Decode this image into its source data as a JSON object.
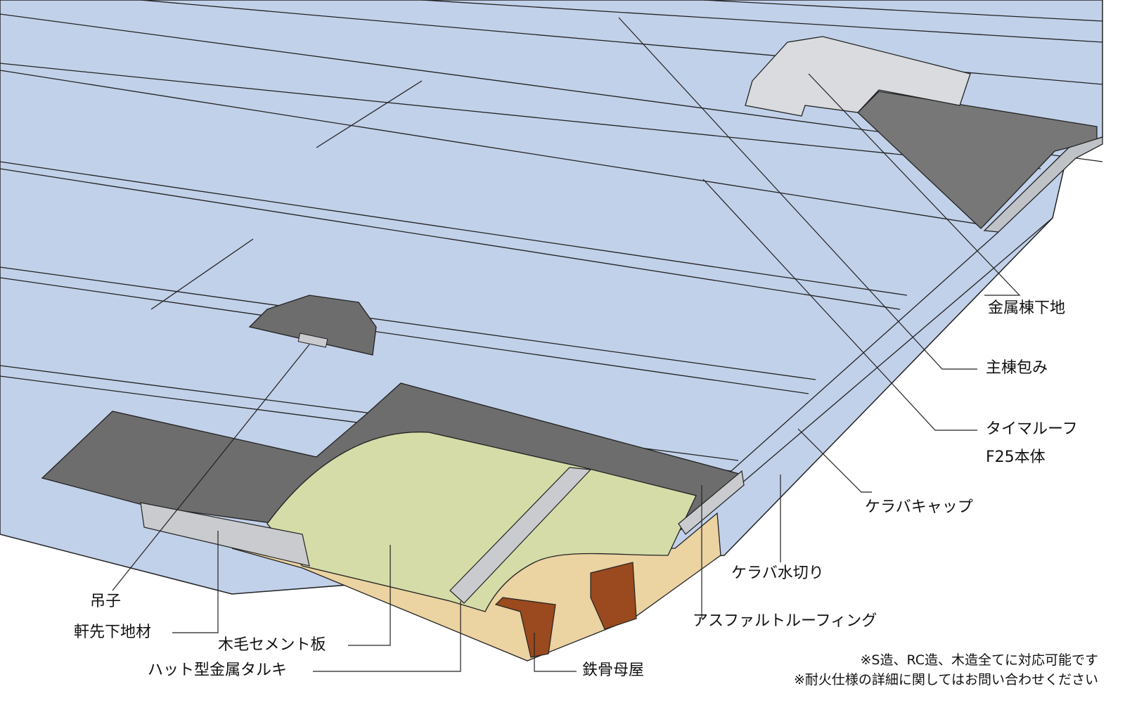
{
  "labels": {
    "ridge_base": "金属棟下地",
    "main_ridge_cover": "主棟包み",
    "roof_body_line1": "タイマルーフ",
    "roof_body_line2": "F25本体",
    "gable_cap": "ケラバキャップ",
    "gable_flashing": "ケラバ水切り",
    "asphalt_roofing": "アスファルトルーフィング",
    "hanger_clip": "吊子",
    "eave_base": "軒先下地材",
    "cement_board": "木毛セメント板",
    "hat_furring": "ハット型金属タルキ",
    "steel_purlin": "鉄骨母屋"
  },
  "notes": [
    "※S造、RC造、木造全てに対応可能です",
    "※耐火仕様の詳細に関してはお問い合わせください"
  ],
  "colors": {
    "roof_panel": "#C2D1EA",
    "roofing_underlay": "#6E6D6D",
    "cement_board": "#D6DCA8",
    "wood": "#EBD3A2",
    "steel": "#9A4A1E",
    "metal": "#C9CBCE"
  }
}
